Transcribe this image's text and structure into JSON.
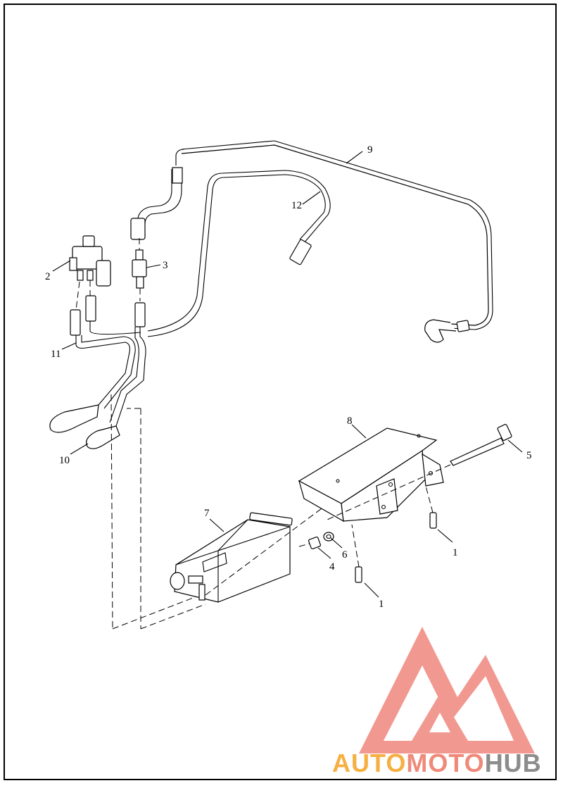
{
  "callouts": {
    "c1a": "1",
    "c1b": "1",
    "c2": "2",
    "c3": "3",
    "c4": "4",
    "c5": "5",
    "c6": "6",
    "c7": "7",
    "c8": "8",
    "c9": "9",
    "c10": "10",
    "c11": "11",
    "c12": "12"
  },
  "watermark": {
    "word_auto": "AUTO",
    "word_moto": "MOTO",
    "word_hub": "HUB",
    "colors": {
      "auto": "#f5b041",
      "moto": "#ef8a7a",
      "hub": "#8c8c8c",
      "logo": "#f08e86"
    }
  }
}
